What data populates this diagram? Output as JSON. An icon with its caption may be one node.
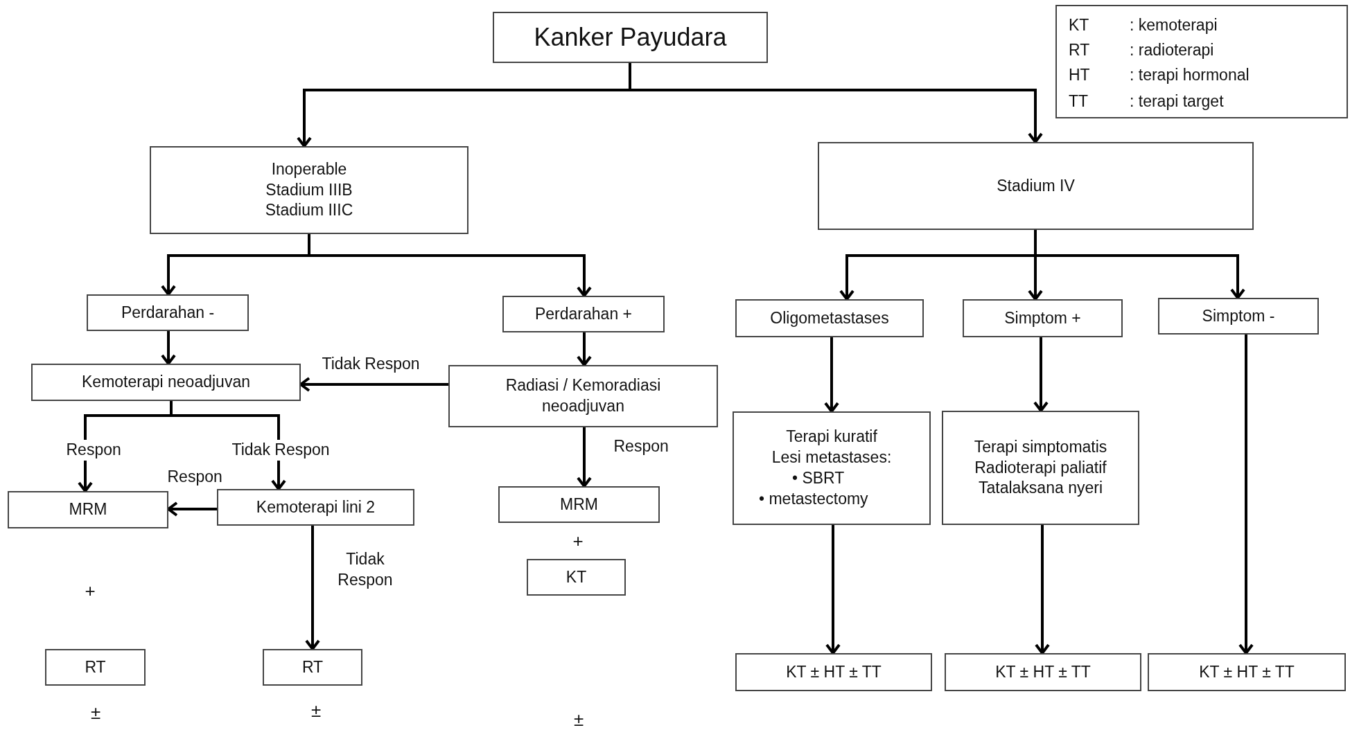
{
  "diagram": {
    "nodes": [
      {
        "text": [
          "Kanker Payudara"
        ]
      },
      {
        "text": [
          "Inoperable",
          "Stadium IIIB",
          "Stadium IIIC"
        ]
      },
      {
        "text": [
          "Stadium IV"
        ]
      },
      {
        "text": [
          "Perdarahan -"
        ]
      },
      {
        "text": [
          "Perdarahan +"
        ]
      },
      {
        "text": [
          "Kemoterapi neoadjuvan"
        ]
      },
      {
        "text": [
          "Radiasi / Kemoradiasi neoadjuvan"
        ]
      },
      {
        "text": [
          "MRM"
        ]
      },
      {
        "text": [
          "Kemoterapi lini 2"
        ]
      },
      {
        "text": [
          "RT"
        ]
      },
      {
        "text": [
          "RT"
        ]
      },
      {
        "text": [
          "MRM"
        ]
      },
      {
        "text": [
          "KT"
        ]
      },
      {
        "text": [
          "Oligometastases"
        ]
      },
      {
        "text": [
          "Simptom +"
        ]
      },
      {
        "text": [
          "Simptom -"
        ]
      },
      {
        "text": [
          "Terapi kuratif",
          "Lesi metastases:",
          "• SBRT",
          "• metastectomy"
        ]
      },
      {
        "text": [
          "Terapi simptomatis",
          "Radioterapi paliatif",
          "Tatalaksana nyeri"
        ]
      },
      {
        "text": [
          "KT ± HT ± TT"
        ]
      },
      {
        "text": [
          "KT ± HT ± TT"
        ]
      },
      {
        "text": [
          "KT ± HT ± TT"
        ]
      }
    ],
    "edges": [
      {
        "from": 0,
        "to": 1,
        "arrow": "to"
      },
      {
        "from": 0,
        "to": 2,
        "arrow": "to"
      },
      {
        "from": 1,
        "to": 3,
        "arrow": "to"
      },
      {
        "from": 1,
        "to": 4,
        "arrow": "to"
      },
      {
        "from": 3,
        "to": 5,
        "arrow": "to"
      },
      {
        "from": 4,
        "to": 6,
        "arrow": "to"
      },
      {
        "from": 6,
        "to": 5,
        "arrow": "to",
        "label": "Tidak Respon"
      },
      {
        "from": 5,
        "to": 7,
        "arrow": "to",
        "label": "Respon"
      },
      {
        "from": 5,
        "to": 8,
        "arrow": "to",
        "label": "Tidak Respon"
      },
      {
        "from": 8,
        "to": 7,
        "arrow": "to",
        "label": "Respon"
      },
      {
        "from": 8,
        "to": 10,
        "arrow": "to",
        "label": "Tidak Respon"
      },
      {
        "from": 6,
        "to": 11,
        "arrow": "to",
        "label": "Respon"
      },
      {
        "from": 2,
        "to": 13,
        "arrow": "to"
      },
      {
        "from": 2,
        "to": 14,
        "arrow": "to"
      },
      {
        "from": 2,
        "to": 15,
        "arrow": "to"
      },
      {
        "from": 13,
        "to": 16,
        "arrow": "to"
      },
      {
        "from": 14,
        "to": 17,
        "arrow": "to"
      },
      {
        "from": 15,
        "to": 20,
        "arrow": "to"
      },
      {
        "from": 16,
        "to": 18,
        "arrow": "to"
      },
      {
        "from": 17,
        "to": 19,
        "arrow": "to"
      }
    ],
    "labels": [
      "KT",
      ": kemoterapi",
      "RT",
      ": radioterapi",
      "HT",
      ": terapi hormonal",
      "TT",
      ": terapi target",
      "+",
      "+",
      "±",
      "±",
      "±"
    ]
  }
}
